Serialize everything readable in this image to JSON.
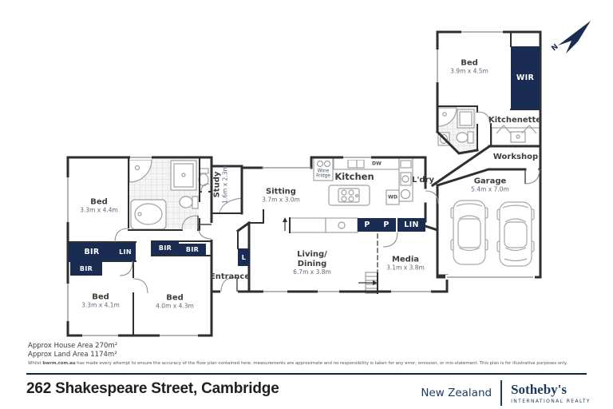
{
  "colors": {
    "navy": "#1a2c52",
    "wall": "#2f2f2f",
    "brand_navy": "#1c3a5e"
  },
  "north": {
    "label": "N"
  },
  "rooms": {
    "bed_master": {
      "name": "Bed",
      "dims": "3.9m x 4.5m"
    },
    "kitchenette": {
      "name": "Kitchenette"
    },
    "workshop": {
      "name": "Workshop"
    },
    "garage": {
      "name": "Garage",
      "dims": "5.4m x 7.0m"
    },
    "kitchen": {
      "name": "Kitchen"
    },
    "ldry": {
      "name": "L'dry"
    },
    "sitting": {
      "name": "Sitting",
      "dims": "3.7m x 3.0m"
    },
    "study": {
      "name": "Study",
      "dims": "1.6m x 2.3m"
    },
    "bed_top_left": {
      "name": "Bed",
      "dims": "3.3m x 4.4m"
    },
    "bed_bottom_left": {
      "name": "Bed",
      "dims": "3.3m x 4.1m"
    },
    "bed_bottom_mid": {
      "name": "Bed",
      "dims": "4.0m x 4.3m"
    },
    "living_dining": {
      "line1": "Living/",
      "line2": "Dining",
      "dims": "6.7m x 3.8m"
    },
    "media": {
      "name": "Media",
      "dims": "3.1m x 3.8m"
    },
    "entrance": {
      "name": "Entrance"
    }
  },
  "fixtures": {
    "wine_fridge_line1": "Wine",
    "wine_fridge_line2": "Fridge",
    "dw": "DW",
    "wd": "WD"
  },
  "closets": {
    "wir": "WIR",
    "bir1": "BIR",
    "lin1": "LIN",
    "bir2": "BIR",
    "bir3": "BIR",
    "bir4": "BIR",
    "l": "L",
    "p1": "P",
    "p2": "P",
    "lin2": "LIN"
  },
  "footer": {
    "house_area": "Approx House Area 270m²",
    "land_area": "Approx Land Area 1174m²",
    "disclaimer_pre": "Whilst ",
    "disclaimer_bold": "bwrm.com.au",
    "disclaimer_post": " has made every attempt to ensure the accuracy of the floor plan contained here, measurements are approximate and no responsibility is taken for any error, omission, or mis-statement. This plan is for illustrative purposes only.",
    "address": "262 Shakespeare Street, Cambridge",
    "brand": {
      "region": "New Zealand",
      "name": "Sotheby's",
      "tagline": "INTERNATIONAL REALTY"
    }
  }
}
